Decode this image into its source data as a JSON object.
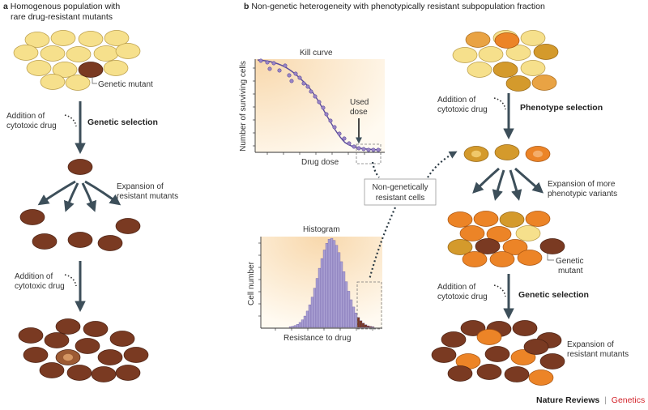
{
  "panel_a": {
    "letter": "a",
    "title_line1": "Homogenous population with",
    "title_line2": "rare drug-resistant mutants",
    "genetic_mutant_label": "Genetic mutant",
    "addition1_line1": "Addition of",
    "addition1_line2": "cytotoxic drug",
    "genetic_selection": "Genetic selection",
    "expansion_line1": "Expansion of",
    "expansion_line2": "resistant mutants",
    "addition2_line1": "Addition of",
    "addition2_line2": "cytotoxic drug"
  },
  "panel_b": {
    "letter": "b",
    "title": "Non-genetic heterogeneity with phenotypically resistant subpopulation fraction",
    "kill_curve": {
      "title": "Kill curve",
      "ylabel": "Number of surviving cells",
      "xlabel": "Drug dose",
      "used_dose_line1": "Used",
      "used_dose_line2": "dose"
    },
    "histogram": {
      "title": "Histogram",
      "ylabel": "Cell number",
      "xlabel": "Resistance to drug"
    },
    "callout_line1": "Non-genetically",
    "callout_line2": "resistant cells",
    "addition1_line1": "Addition of",
    "addition1_line2": "cytotoxic drug",
    "phenotype_selection": "Phenotype selection",
    "expansion_line1": "Expansion of more",
    "expansion_line2": "phenotypic variants",
    "genetic_mutant_line1": "Genetic",
    "genetic_mutant_line2": "mutant",
    "addition2_line1": "Addition of",
    "addition2_line2": "cytotoxic drug",
    "genetic_selection": "Genetic selection",
    "final_expansion_line1": "Expansion of",
    "final_expansion_line2": "resistant mutants"
  },
  "footer": {
    "journal": "Nature Reviews",
    "separator": "|",
    "section": "Genetics"
  },
  "colors": {
    "yellow_cell": "#f6e08c",
    "mutant_cell": "#7a3a22",
    "orange_cell": "#ec8427",
    "ochre_cell": "#d49a2c",
    "arrow": "#3d4f5a",
    "plot_background": "#fbe5c7",
    "data_points": "#9b86c7",
    "histogram_bars": "#a99fd2",
    "resistant_bars": "#7a3a22",
    "accent_red": "#d3232a"
  }
}
